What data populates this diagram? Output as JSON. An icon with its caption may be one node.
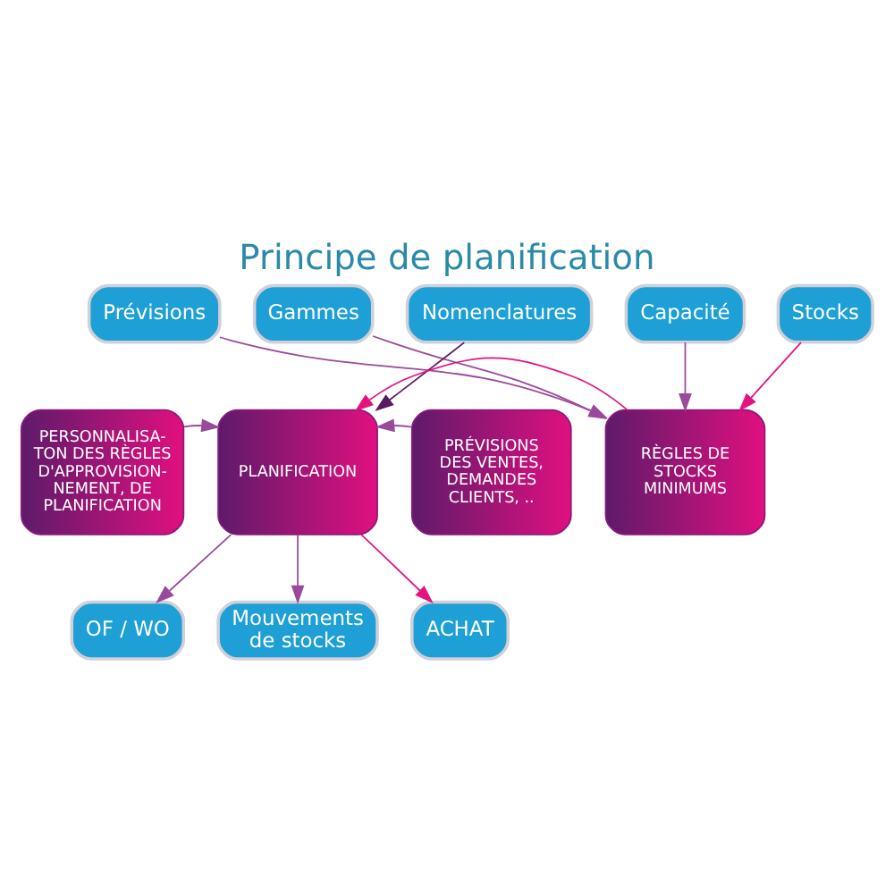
{
  "diagram": {
    "title": "Principe de planification",
    "nodes": [
      {
        "text": [
          "Prévisions"
        ]
      },
      {
        "text": [
          "Gammes"
        ]
      },
      {
        "text": [
          "Nomenclatures"
        ]
      },
      {
        "text": [
          "Capacité"
        ]
      },
      {
        "text": [
          "Stocks"
        ]
      },
      {
        "text": [
          "PERSONNALISA- TON DES RÈGLES D'APPROVISION- NEMENT, DE PLANIFICATION"
        ]
      },
      {
        "text": [
          "PLANIFICATION"
        ]
      },
      {
        "text": [
          "PRÉVISIONS DES VENTES, DEMANDES CLIENTS, .."
        ]
      },
      {
        "text": [
          "RÈGLES DE STOCKS MINIMUMS"
        ]
      },
      {
        "text": [
          "OF / WO"
        ]
      },
      {
        "text": [
          "Mouvements de stocks"
        ]
      },
      {
        "text": [
          "ACHAT"
        ]
      }
    ],
    "edges": [
      {
        "from": 0,
        "to": 8,
        "arrow": "to"
      },
      {
        "from": 1,
        "to": 8,
        "arrow": "to"
      },
      {
        "from": 3,
        "to": 8,
        "arrow": "to"
      },
      {
        "from": 4,
        "to": 8,
        "arrow": "to",
        "color": "#e3147f"
      },
      {
        "from": 2,
        "to": 6,
        "arrow": "to",
        "color": "#5a1a60"
      },
      {
        "from": 8,
        "to": 6,
        "arrow": "to",
        "color": "#e3147f"
      },
      {
        "from": 5,
        "to": 6,
        "arrow": "to"
      },
      {
        "from": 7,
        "to": 6,
        "arrow": "to"
      },
      {
        "from": 6,
        "to": 9,
        "arrow": "to"
      },
      {
        "from": 6,
        "to": 10,
        "arrow": "to"
      },
      {
        "from": 6,
        "to": 11,
        "arrow": "to",
        "color": "#e3147f"
      }
    ]
  }
}
